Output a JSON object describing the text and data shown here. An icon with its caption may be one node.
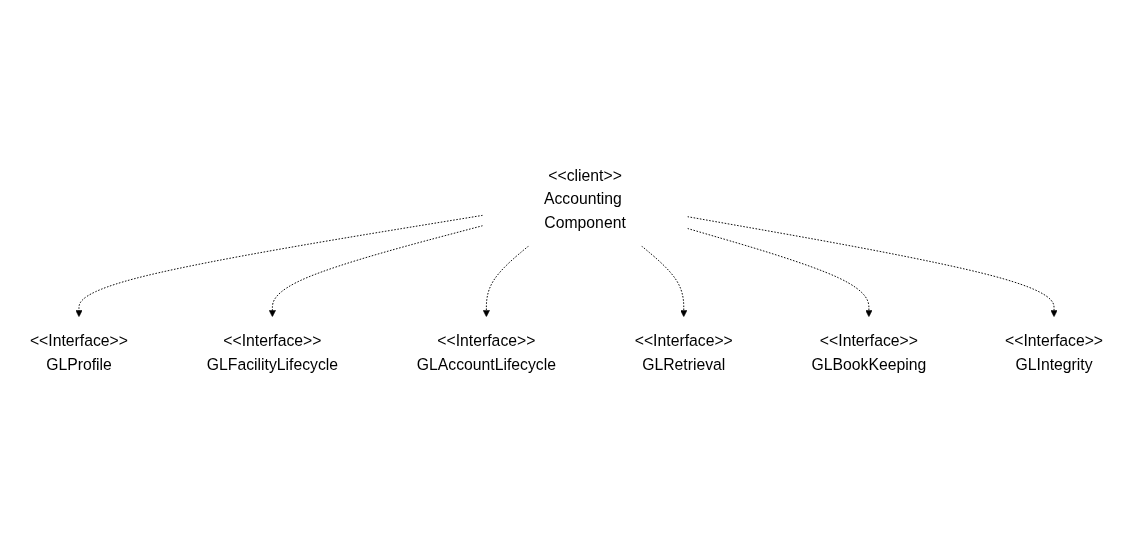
{
  "diagram": {
    "nodes": [
      {
        "text": [
          "<<Interface>>",
          "GLProfile"
        ]
      },
      {
        "text": [
          "<<Interface>>",
          "GLFacilityLifecycle"
        ]
      },
      {
        "text": [
          "<<Interface>>",
          "GLAccountLifecycle"
        ]
      },
      {
        "text": [
          "<<client>>",
          "Accounting Component"
        ]
      },
      {
        "text": [
          "<<Interface>>",
          "GLRetrieval"
        ]
      },
      {
        "text": [
          "<<Interface>>",
          "GLBookKeeping"
        ]
      },
      {
        "text": [
          "<<Interface>>",
          "GLIntegrity"
        ]
      }
    ],
    "edges": [
      {
        "from": 3,
        "to": 0,
        "arrow": "to",
        "style": "dashed"
      },
      {
        "from": 3,
        "to": 1,
        "arrow": "to",
        "style": "dashed"
      },
      {
        "from": 3,
        "to": 2,
        "arrow": "to",
        "style": "dashed"
      },
      {
        "from": 3,
        "to": 4,
        "arrow": "to",
        "style": "dashed"
      },
      {
        "from": 3,
        "to": 5,
        "arrow": "to",
        "style": "dashed"
      },
      {
        "from": 3,
        "to": 6,
        "arrow": "to",
        "style": "dashed"
      }
    ]
  }
}
